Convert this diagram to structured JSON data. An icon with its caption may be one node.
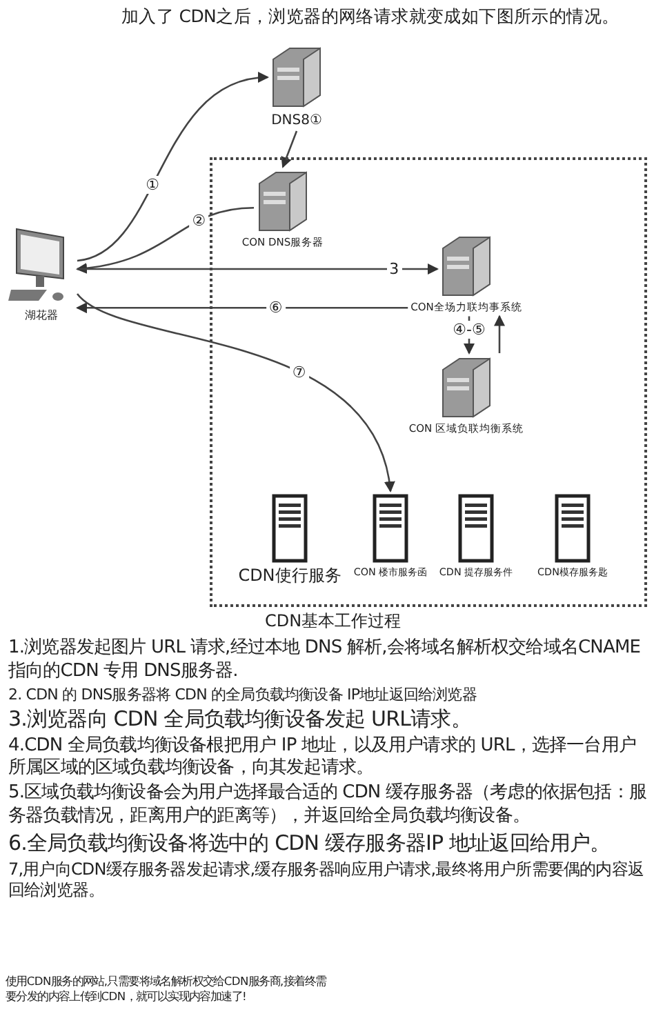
{
  "diagram": {
    "title": "加入了 CDN之后，浏览器的网络请求就变成如下图所示的情况。",
    "nodes": [
      {
        "text": [
          "湖花器"
        ]
      },
      {
        "text": [
          "DNS8①"
        ]
      },
      {
        "text": [
          "CDN基本工作过程"
        ]
      },
      {
        "text": [
          "CON DNS服务器"
        ],
        "in": 2
      },
      {
        "text": [
          "CON全场力联均事系统"
        ],
        "in": 2
      },
      {
        "text": [
          "CON 区域负联均衡系统"
        ],
        "in": 2
      },
      {
        "text": [
          "CDN使行服务"
        ],
        "in": 2
      },
      {
        "text": [
          "CON 楼市服务函"
        ],
        "in": 2
      },
      {
        "text": [
          "CDN 提存服务件"
        ],
        "in": 2
      },
      {
        "text": [
          "CDN模存服务匙"
        ],
        "in": 2
      }
    ],
    "edges": [
      {
        "from": 0,
        "to": 1,
        "arrow": "to",
        "label": "①"
      },
      {
        "from": 1,
        "to": 3,
        "arrow": "to"
      },
      {
        "from": 3,
        "to": 0,
        "arrow": "to",
        "label": "②"
      },
      {
        "from": 0,
        "to": 4,
        "arrow": "to",
        "label": "3"
      },
      {
        "from": 4,
        "to": 0,
        "arrow": "to",
        "label": "⑥"
      },
      {
        "from": 5,
        "to": 4,
        "arrow": "to"
      },
      {
        "from": 4,
        "to": 5,
        "arrow": "to",
        "label": "④-⑤"
      },
      {
        "from": 0,
        "to": 7,
        "arrow": "to",
        "label": "⑦"
      }
    ],
    "labels": [
      "1.浏览器发起图片 URL 请求,经过本地 DNS 解析,会将域名解析权交给域名CNAME 指向的CDN 专用 DNS服务器.",
      "2. CDN 的 DNS服务器将 CDN 的全局负载均衡设备 IP地址返回给浏览器",
      "3.浏览器向 CDN 全局负载均衡设备发起 URL请求。",
      "4.CDN 全局负载均衡设备根把用户 IP 地址，以及用户请求的 URL，选择一台用户所属区域的区域负载均衡设备，向其发起请求。",
      "5.区域负载均衡设备会为用户选择最合适的 CDN 缓存服务器（考虑的依据包括：服务器负载情况，距离用户的距离等），并返回给全局负载均衡设备。",
      "6.全局负载均衡设备将选中的 CDN 缓存服务器IP 地址返回给用户。",
      "7,用户向CDN缓存服务器发起请求,缓存服务器响应用户请求,最终将用户所需要偶的内容返回给浏览器。",
      "使用CDN服务的网站,只需要将域名解析权交给CDN服务商,接着终需要分发的内容上传到CDN，就可以实现内容加速了!"
    ]
  }
}
